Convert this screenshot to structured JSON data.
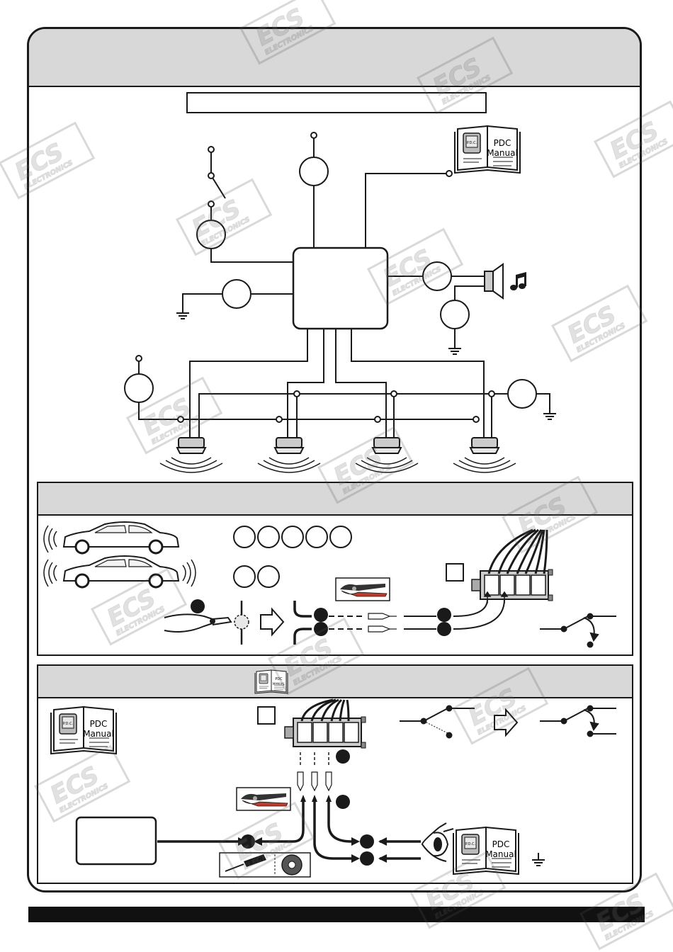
{
  "header": {
    "title": ""
  },
  "top_section": {
    "label_box": ""
  },
  "manuals": {
    "top": {
      "line1": "PDC",
      "line2": "Manual",
      "device": "P.D.C."
    },
    "middle_left": {
      "line1": "PDC",
      "line2": "Manual",
      "device": "P.D.C."
    },
    "bottom_right": {
      "line1": "PDC",
      "line2": "Manual",
      "device": "P.D.C."
    },
    "small_header": {
      "line1": "PDC",
      "line2": "MANUAL"
    }
  },
  "watermark": {
    "brand": "ECS",
    "sub": "ELECTRONICS"
  },
  "colors": {
    "ink": "#1a1a1a",
    "panel": "#d8d8d8",
    "footer": "#111111",
    "watermark": "#c8c8c8"
  },
  "icons": [
    "music-note-icon",
    "speaker-icon",
    "ground-icon",
    "eye-icon",
    "crimp-tool-icon",
    "pliers-icon",
    "screwdriver-icon",
    "tape-icon",
    "arrow-right-icon",
    "switch-icon"
  ]
}
